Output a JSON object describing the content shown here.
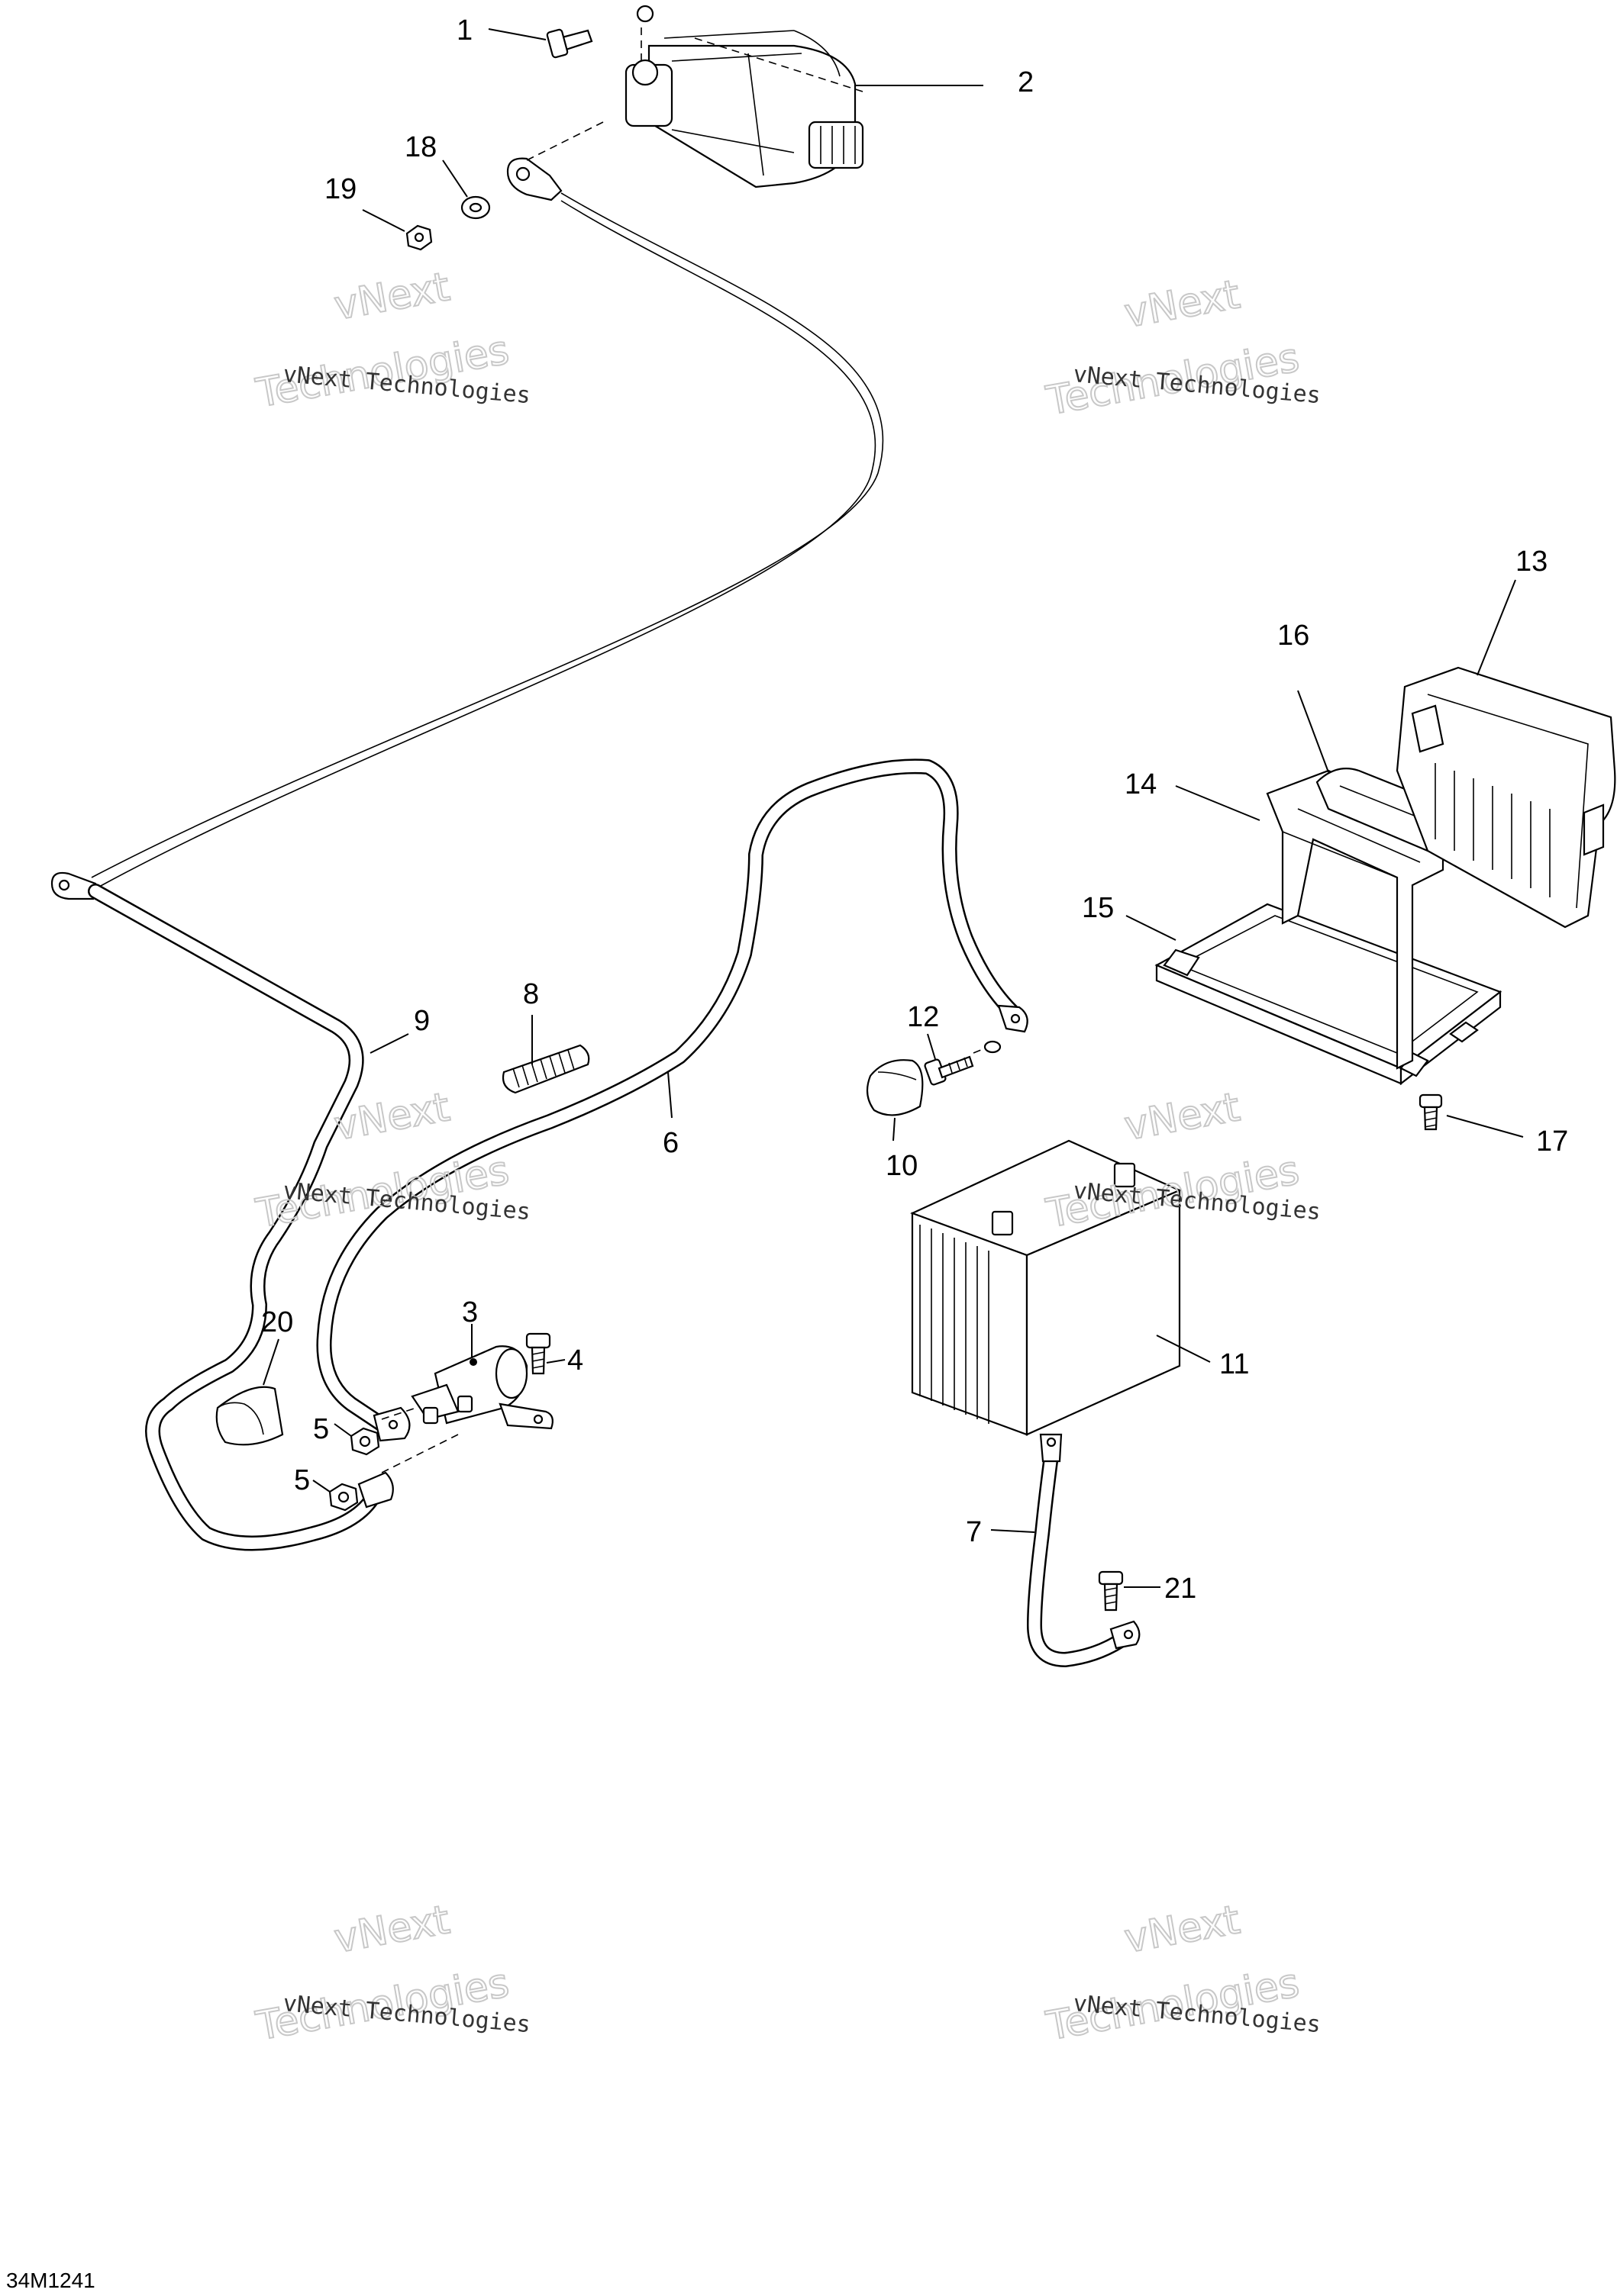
{
  "diagram_code": "34M1241",
  "watermark": {
    "line1": "vNext",
    "line2": "Technologies",
    "full": "vNext Technologies"
  },
  "callouts": {
    "c1": "1",
    "c2": "2",
    "c3": "3",
    "c4": "4",
    "c5a": "5",
    "c5b": "5",
    "c6": "6",
    "c7": "7",
    "c8": "8",
    "c9": "9",
    "c10": "10",
    "c11": "11",
    "c12": "12",
    "c13": "13",
    "c14": "14",
    "c15": "15",
    "c16": "16",
    "c17": "17",
    "c18": "18",
    "c19": "19",
    "c20": "20",
    "c21": "21"
  }
}
